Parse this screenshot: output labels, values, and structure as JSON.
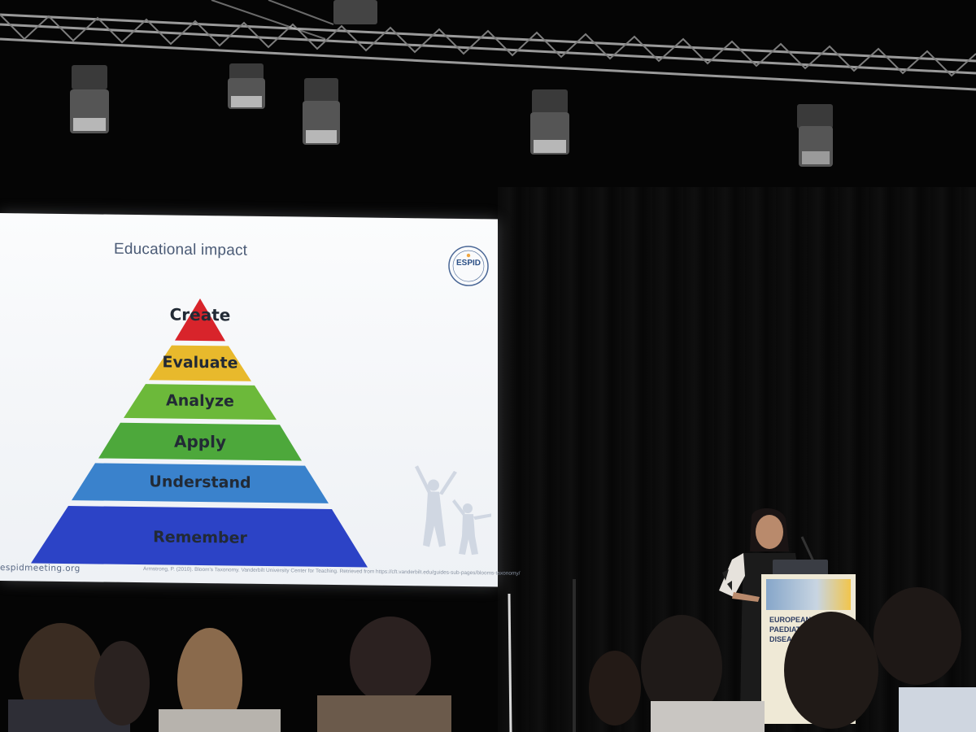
{
  "slide": {
    "title": "Educational impact",
    "logo_text": "ESPID",
    "levels": [
      {
        "label": "Create",
        "color": "#d8242b"
      },
      {
        "label": "Evaluate",
        "color": "#e8b92c"
      },
      {
        "label": "Analyze",
        "color": "#6cb93a"
      },
      {
        "label": "Apply",
        "color": "#4da83b"
      },
      {
        "label": "Understand",
        "color": "#3a82cc"
      },
      {
        "label": "Remember",
        "color": "#2c43c6"
      }
    ],
    "url": "espidmeeting.org",
    "citation": "Armstrong, P. (2010). Bloom's Taxonomy. Vanderbilt University Center for Teaching. Retrieved from https://cft.vanderbilt.edu/guides-sub-pages/blooms-taxonomy/"
  },
  "podium": {
    "line1": "EUROPEAN",
    "line2": "PAEDIATRIC",
    "line3": "DISEASES"
  },
  "colors": {
    "background": "#050505",
    "slide_title": "#4a5a75",
    "podium": "#efe9d6"
  }
}
